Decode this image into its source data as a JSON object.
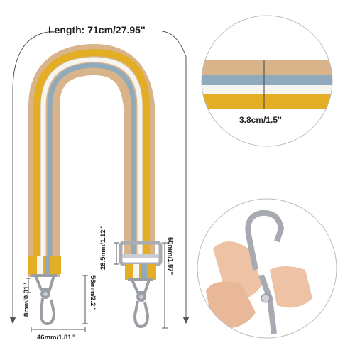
{
  "dimensions": {
    "length": "Length: 71cm/27.95''",
    "width": "3.8cm/1.5''",
    "ring_inner_width": "28.5mm/1.12''",
    "buckle_total_height": "50mm/1.97''",
    "hook_length": "56mm/2.2''",
    "hook_opening": "8mm/0.31''",
    "hook_width": "46mm/1.81''"
  },
  "colors": {
    "yellow": "#e3ad24",
    "tan": "#d9b48a",
    "blue": "#8fa9bd",
    "white": "#f6f4ee",
    "metal": "#c9ccd1",
    "skin": "#eec3a5"
  }
}
